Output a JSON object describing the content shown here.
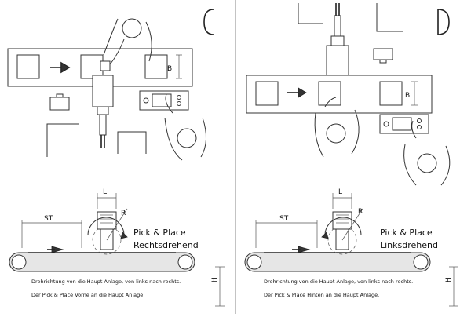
{
  "panels": [
    {
      "key": "left",
      "panel_letter": "C",
      "dim_b": "B",
      "dim_l": "L",
      "dim_r": "R",
      "dim_st": "ST",
      "dim_h": "H",
      "title_line1": "Pick & Place",
      "title_line2": "Rechtsdrehend",
      "caption_line1": "Drehrichtung von die Haupt Anlage, von links nach rechts.",
      "caption_line2": "Der Pick & Place Vorne an  die Haupt Anlage"
    },
    {
      "key": "right",
      "panel_letter": "D",
      "dim_b": "B",
      "dim_l": "L",
      "dim_r": "R",
      "dim_st": "ST",
      "dim_h": "H",
      "title_line1": "Pick & Place",
      "title_line2": "Linksdrehend",
      "caption_line1": "Drehrichtung von die Haupt Anlage, von links nach rechts.",
      "caption_line2": "Der Pick & Place Hinten an  die Haupt Anlage."
    }
  ],
  "colors": {
    "line": "#333333",
    "belt": "#e6e6e6",
    "background": "#ffffff"
  }
}
